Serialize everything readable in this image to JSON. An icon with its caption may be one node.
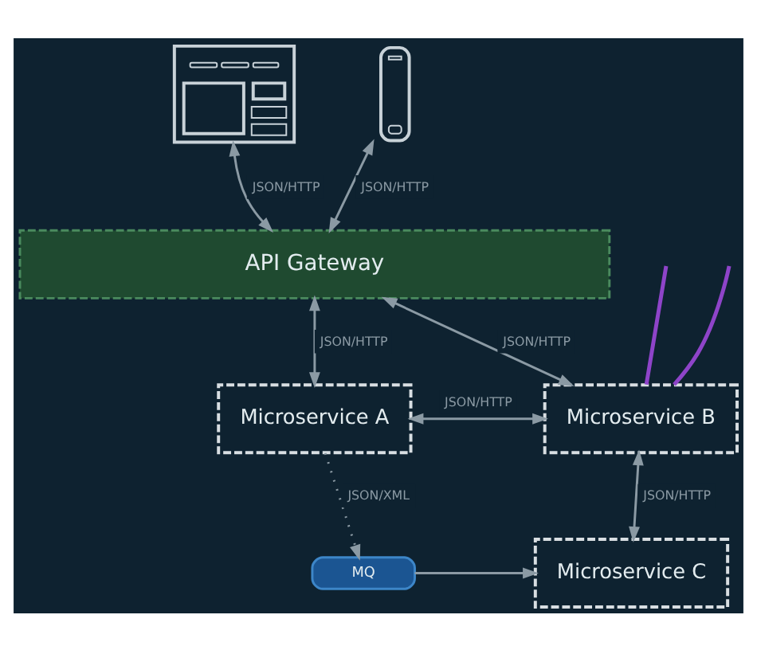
{
  "diagram": {
    "nodes": [
      {
        "text": [],
        "shape": "picture"
      },
      {
        "text": [],
        "shape": "picture"
      },
      {
        "text": [
          "API Gateway"
        ]
      },
      {
        "text": [
          "Microservice A"
        ]
      },
      {
        "text": [
          "Microservice B"
        ]
      },
      {
        "text": [
          "MQ"
        ]
      },
      {
        "text": [
          "Microservice C"
        ]
      }
    ],
    "edges": [
      {
        "from": 0,
        "to": 2,
        "arrow": "both",
        "label": "JSON/HTTP"
      },
      {
        "from": 1,
        "to": 2,
        "arrow": "both",
        "label": "JSON/HTTP"
      },
      {
        "from": 2,
        "to": 3,
        "arrow": "both",
        "label": "JSON/HTTP"
      },
      {
        "from": 2,
        "to": 4,
        "arrow": "both",
        "label": "JSON/HTTP"
      },
      {
        "from": 3,
        "to": 4,
        "arrow": "both",
        "label": "JSON/HTTP"
      },
      {
        "from": 4,
        "to": 6,
        "arrow": "both",
        "label": "JSON/HTTP"
      },
      {
        "from": 3,
        "to": 5,
        "arrow": "to",
        "label": "JSON/XML",
        "style": "dashed"
      },
      {
        "from": 5,
        "to": 6,
        "arrow": "to"
      },
      {
        "from": null,
        "to": 4,
        "arrow": "none",
        "color": "#8e44c9"
      },
      {
        "from": 4,
        "to": null,
        "arrow": "none",
        "color": "#8e44c9"
      }
    ]
  }
}
